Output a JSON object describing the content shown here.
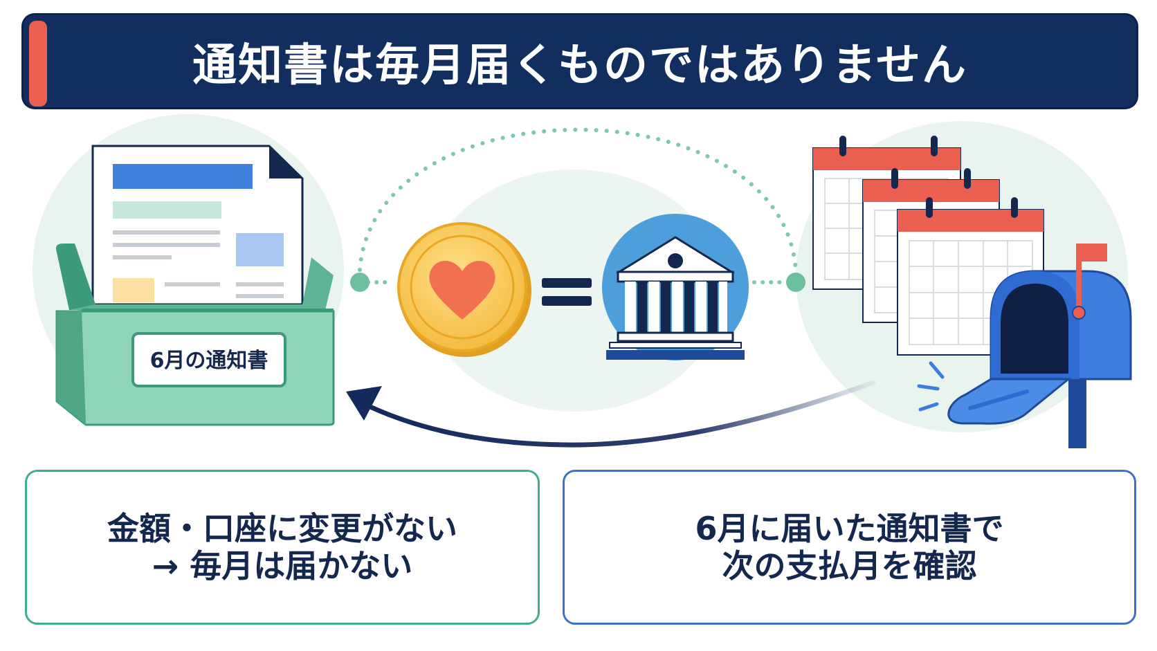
{
  "header": {
    "title": "通知書は毎月届くものではありません"
  },
  "illustration": {
    "tray_label": "6月の通知書",
    "icons": [
      "notice-document-icon",
      "tray-icon",
      "heart-coin-icon",
      "equals-icon",
      "bank-icon",
      "calendar-icon",
      "mailbox-icon",
      "return-arrow-icon"
    ]
  },
  "boxes": {
    "left": {
      "line1": "金額・口座に変更がない",
      "line2": "→ 毎月は届かない"
    },
    "right": {
      "line1": "6月に届いた通知書で",
      "line2": "次の支払月を確認"
    }
  },
  "colors": {
    "navy": "#112e5f",
    "accent_red": "#ea5f4f",
    "green": "#3fae8e",
    "blue": "#3b71c9",
    "gold": "#f7c948"
  }
}
